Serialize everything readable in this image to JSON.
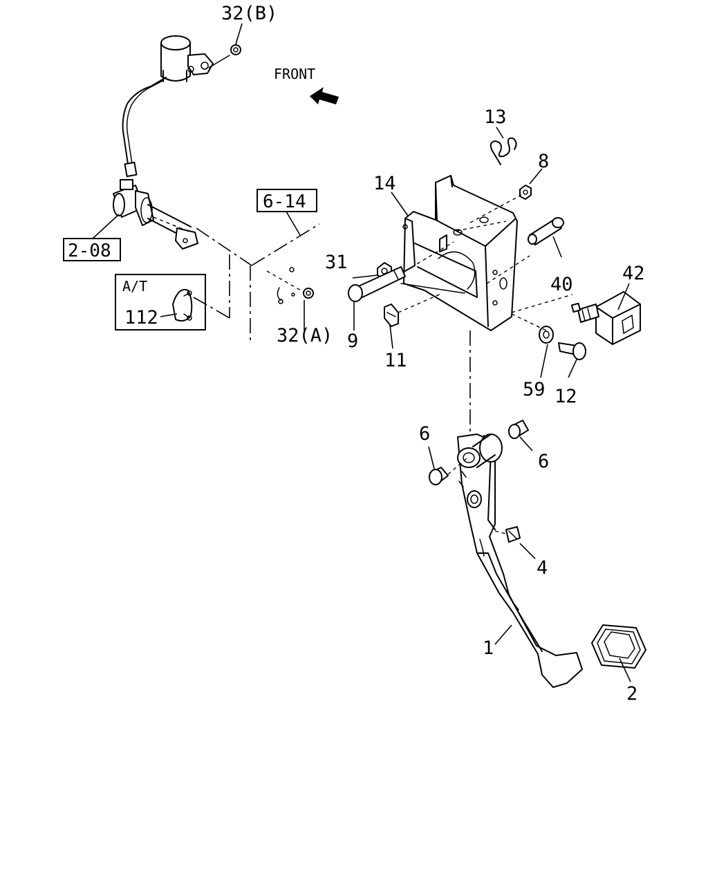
{
  "direction_label": "FRONT",
  "ref_boxes": {
    "ref_6_14": "6-14",
    "ref_2_08": "2-08"
  },
  "inset": {
    "label": "A/T",
    "part": "112"
  },
  "callouts": {
    "c32b": "32(B)",
    "c32a": "32(A)",
    "c13": "13",
    "c8": "8",
    "c14": "14",
    "c31": "31",
    "c40": "40",
    "c42": "42",
    "c9": "9",
    "c11": "11",
    "c59": "59",
    "c12": "12",
    "c6a": "6",
    "c6b": "6",
    "c4": "4",
    "c1": "1",
    "c2": "2"
  }
}
